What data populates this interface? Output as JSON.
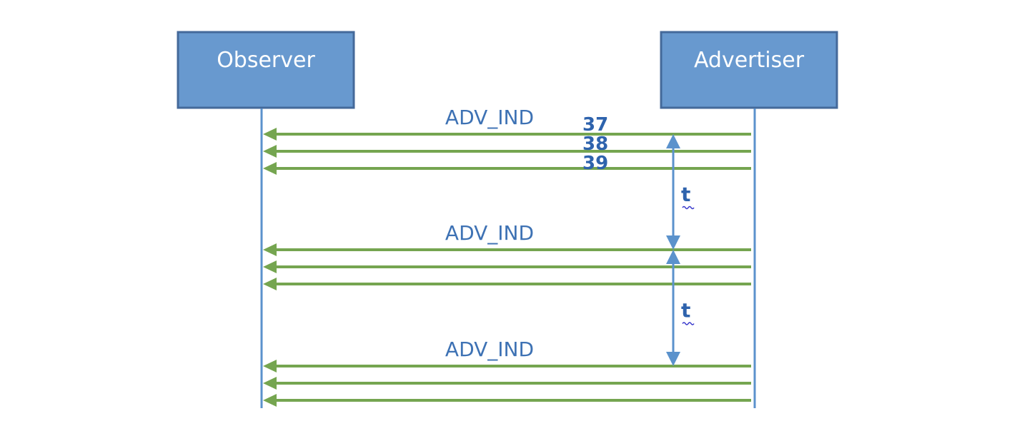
{
  "participants": {
    "observer": "Observer",
    "advertiser": "Advertiser"
  },
  "message_label": "ADV_IND",
  "channels": [
    "37",
    "38",
    "39"
  ],
  "interval_label": "t",
  "event_count": 3,
  "colors": {
    "box_fill": "#6899cf",
    "box_border": "#44699a",
    "lifeline": "#5b92cc",
    "message_arrow": "#75a550",
    "label_text": "#3e72b4",
    "interval_arrow": "#5b92cc"
  }
}
